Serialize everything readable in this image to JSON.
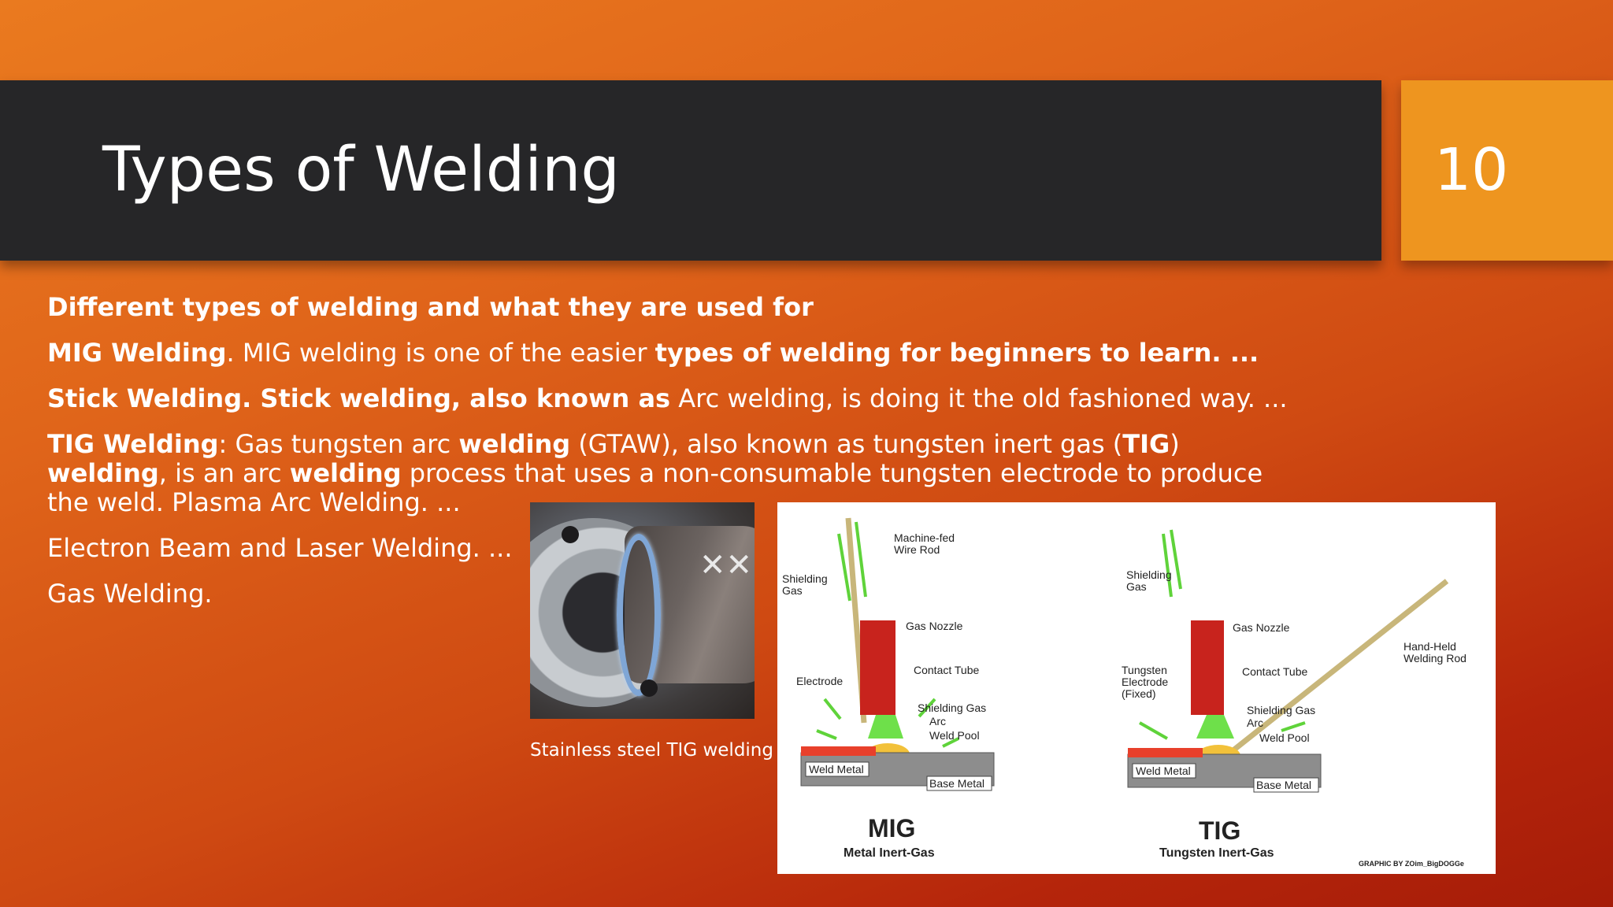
{
  "slide": {
    "title": "Types of Welding",
    "slide_number": "10",
    "colors": {
      "title_bar": "#262628",
      "number_box": "#ee951f",
      "background_start": "#ea7a1f",
      "background_end": "#a51c08"
    }
  },
  "content": {
    "heading": "Different types of welding and what they are used for",
    "mig": {
      "bold_name": "MIG Welding",
      "text": ". MIG welding is one of the easier ",
      "bold_tail": "types of welding for beginners to learn. ..."
    },
    "stick": {
      "bold_text": "Stick Welding. Stick welding, also known as",
      "text": " Arc welding, is doing it the old fashioned way. ..."
    },
    "tig": {
      "bold_1": "TIG Welding",
      "text_1": ": Gas tungsten arc ",
      "bold_2": "welding",
      "text_2": " (GTAW), also known as tungsten inert gas (",
      "bold_3": "TIG",
      "text_3": ") ",
      "bold_4": "welding",
      "text_4": ", is an arc ",
      "bold_5": "welding",
      "text_5": " process that uses a non-consumable tungsten electrode to produce the weld. Plasma Arc Welding. ..."
    },
    "electron_beam": "Electron Beam and Laser Welding. ...",
    "gas": "Gas Welding."
  },
  "photo": {
    "caption": "Stainless steel TIG welding"
  },
  "diagram": {
    "mig": {
      "title": "MIG",
      "subtitle": "Metal Inert-Gas",
      "labels": {
        "wire_rod": "Machine-fed\nWire Rod",
        "shielding_gas": "Shielding\nGas",
        "gas_nozzle": "Gas Nozzle",
        "electrode": "Electrode",
        "contact_tube": "Contact Tube",
        "shielding_gas_2": "Shielding Gas",
        "arc": "Arc",
        "weld_pool": "Weld Pool",
        "weld_metal": "Weld Metal",
        "base_metal": "Base Metal"
      }
    },
    "tig": {
      "title": "TIG",
      "subtitle": "Tungsten Inert-Gas",
      "labels": {
        "shielding_gas": "Shielding\nGas",
        "gas_nozzle": "Gas Nozzle",
        "hand_held": "Hand-Held\nWelding Rod",
        "tungsten": "Tungsten\nElectrode\n(Fixed)",
        "contact_tube": "Contact Tube",
        "shielding_gas_2": "Shielding Gas",
        "arc": "Arc",
        "weld_pool": "Weld Pool",
        "weld_metal": "Weld Metal",
        "base_metal": "Base Metal"
      }
    },
    "credit": "GRAPHIC BY ZOim_BigDOGGe"
  }
}
